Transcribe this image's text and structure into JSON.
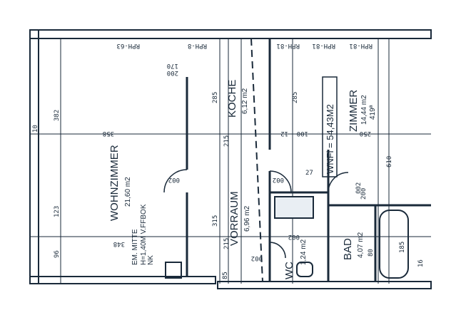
{
  "rooms": {
    "wohnzimmer": {
      "name": "WOHNZIMMER",
      "area": "21,60 m2"
    },
    "koche": {
      "name": "KOCHE",
      "area": "6,12 m2"
    },
    "vorraum": {
      "name": "VORRAUM",
      "area": "6,96 m2"
    },
    "zimmer": {
      "name": "ZIMMER",
      "area": "14,44 m2",
      "height": "419ª"
    },
    "bad": {
      "name": "BAD",
      "area": "4,07 m2"
    },
    "wc": {
      "name": "WC",
      "area": "1,24 m2"
    }
  },
  "wnfl_box": "WNFl = 54,43M2",
  "rph_labels": [
    "RPH-63",
    "RPH-8",
    "RPH-81",
    "RPH-81",
    "RPH-81"
  ],
  "dimensions": {
    "d382": "382",
    "d358": "358",
    "d123": "123",
    "d96": "96",
    "d348": "348",
    "d285a": "285",
    "d285b": "285",
    "d215a": "215",
    "d215b": "215",
    "d315": "315",
    "d250": "250",
    "d610": "610",
    "d100": "100",
    "d12": "12",
    "d170": "170",
    "d200": "200",
    "d85": "85",
    "d185": "185",
    "d80": "80",
    "d16": "16",
    "d200b": "200",
    "d27": "27",
    "d10": "10"
  },
  "door_codes": [
    "002",
    "002",
    "002",
    "002",
    "002"
  ],
  "notes": {
    "em_mitte": "EM. MITTE",
    "hoehe": "H=1,40M V.FFBOK",
    "nk": "NK"
  },
  "colors": {
    "line": "#1a2a3a",
    "wall_fill": "#e9eef3"
  }
}
